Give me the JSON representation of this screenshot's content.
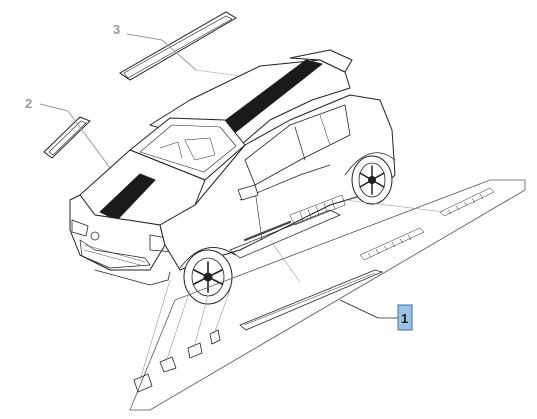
{
  "diagram": {
    "callouts": [
      {
        "id": "1",
        "label": "1",
        "highlighted": true
      },
      {
        "id": "2",
        "label": "2",
        "highlighted": false
      },
      {
        "id": "3",
        "label": "3",
        "highlighted": false
      }
    ],
    "colors": {
      "line": "#222222",
      "gray_line": "#9a9a9a",
      "highlight_fill": "#9cc3e6",
      "highlight_stroke": "#3d6f9c"
    }
  }
}
